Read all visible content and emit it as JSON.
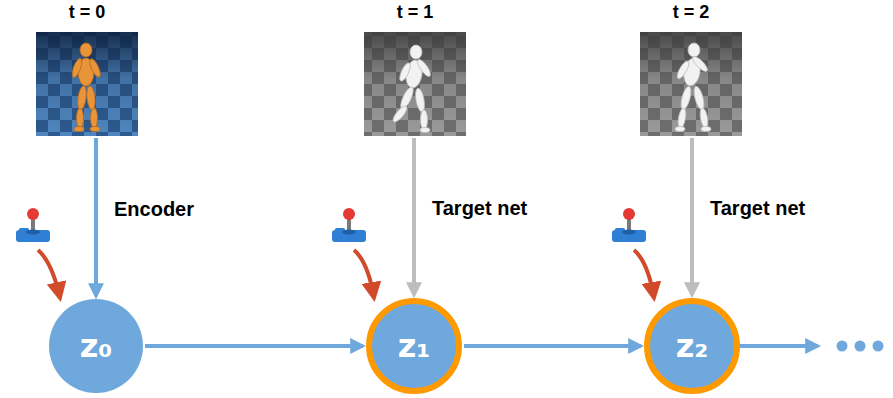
{
  "diagram": {
    "nodes": [
      {
        "text": [
          "t = 0"
        ]
      },
      {
        "text": [
          "t = 1"
        ]
      },
      {
        "text": [
          "t = 2"
        ]
      },
      {
        "text": [
          "z₀"
        ]
      },
      {
        "text": [
          "z₁"
        ]
      },
      {
        "text": [
          "z₂"
        ]
      }
    ],
    "edges": [
      {
        "from": 0,
        "to": 3,
        "label": "Encoder",
        "arrow": "to"
      },
      {
        "from": 1,
        "to": 4,
        "label": "Target net",
        "arrow": "to"
      },
      {
        "from": 2,
        "to": 5,
        "label": "Target net",
        "arrow": "to"
      },
      {
        "from": 3,
        "to": 4,
        "arrow": "to"
      },
      {
        "from": 4,
        "to": 5,
        "arrow": "to"
      }
    ]
  }
}
